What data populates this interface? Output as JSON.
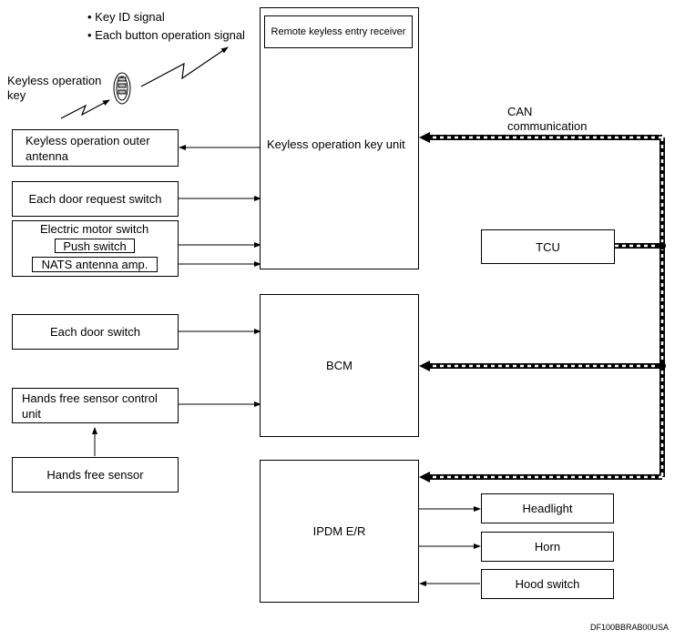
{
  "signals": {
    "line1": "• Key ID signal",
    "line2": "• Each button operation signal"
  },
  "key": {
    "label_line1": "Keyless operation",
    "label_line2": "key"
  },
  "keyless_unit": {
    "receiver": "Remote keyless entry receiver",
    "title": "Keyless operation key unit"
  },
  "inputs": {
    "outer_antenna_line1": "Keyless operation outer",
    "outer_antenna_line2": "antenna",
    "door_request": "Each door request switch",
    "motor_switch": "Electric motor switch",
    "push_switch": "Push switch",
    "nats": "NATS antenna amp.",
    "door_switch": "Each door switch",
    "hands_free_ctrl_line1": "Hands free sensor control",
    "hands_free_ctrl_line2": "unit",
    "hands_free_sensor": "Hands free sensor"
  },
  "can": {
    "line1": "CAN",
    "line2": "communication"
  },
  "tcu": "TCU",
  "bcm": "BCM",
  "ipdm": "IPDM E/R",
  "outputs": {
    "headlight": "Headlight",
    "horn": "Horn",
    "hood_switch": "Hood switch"
  },
  "figure_code": "DF100BBRAB00USA"
}
